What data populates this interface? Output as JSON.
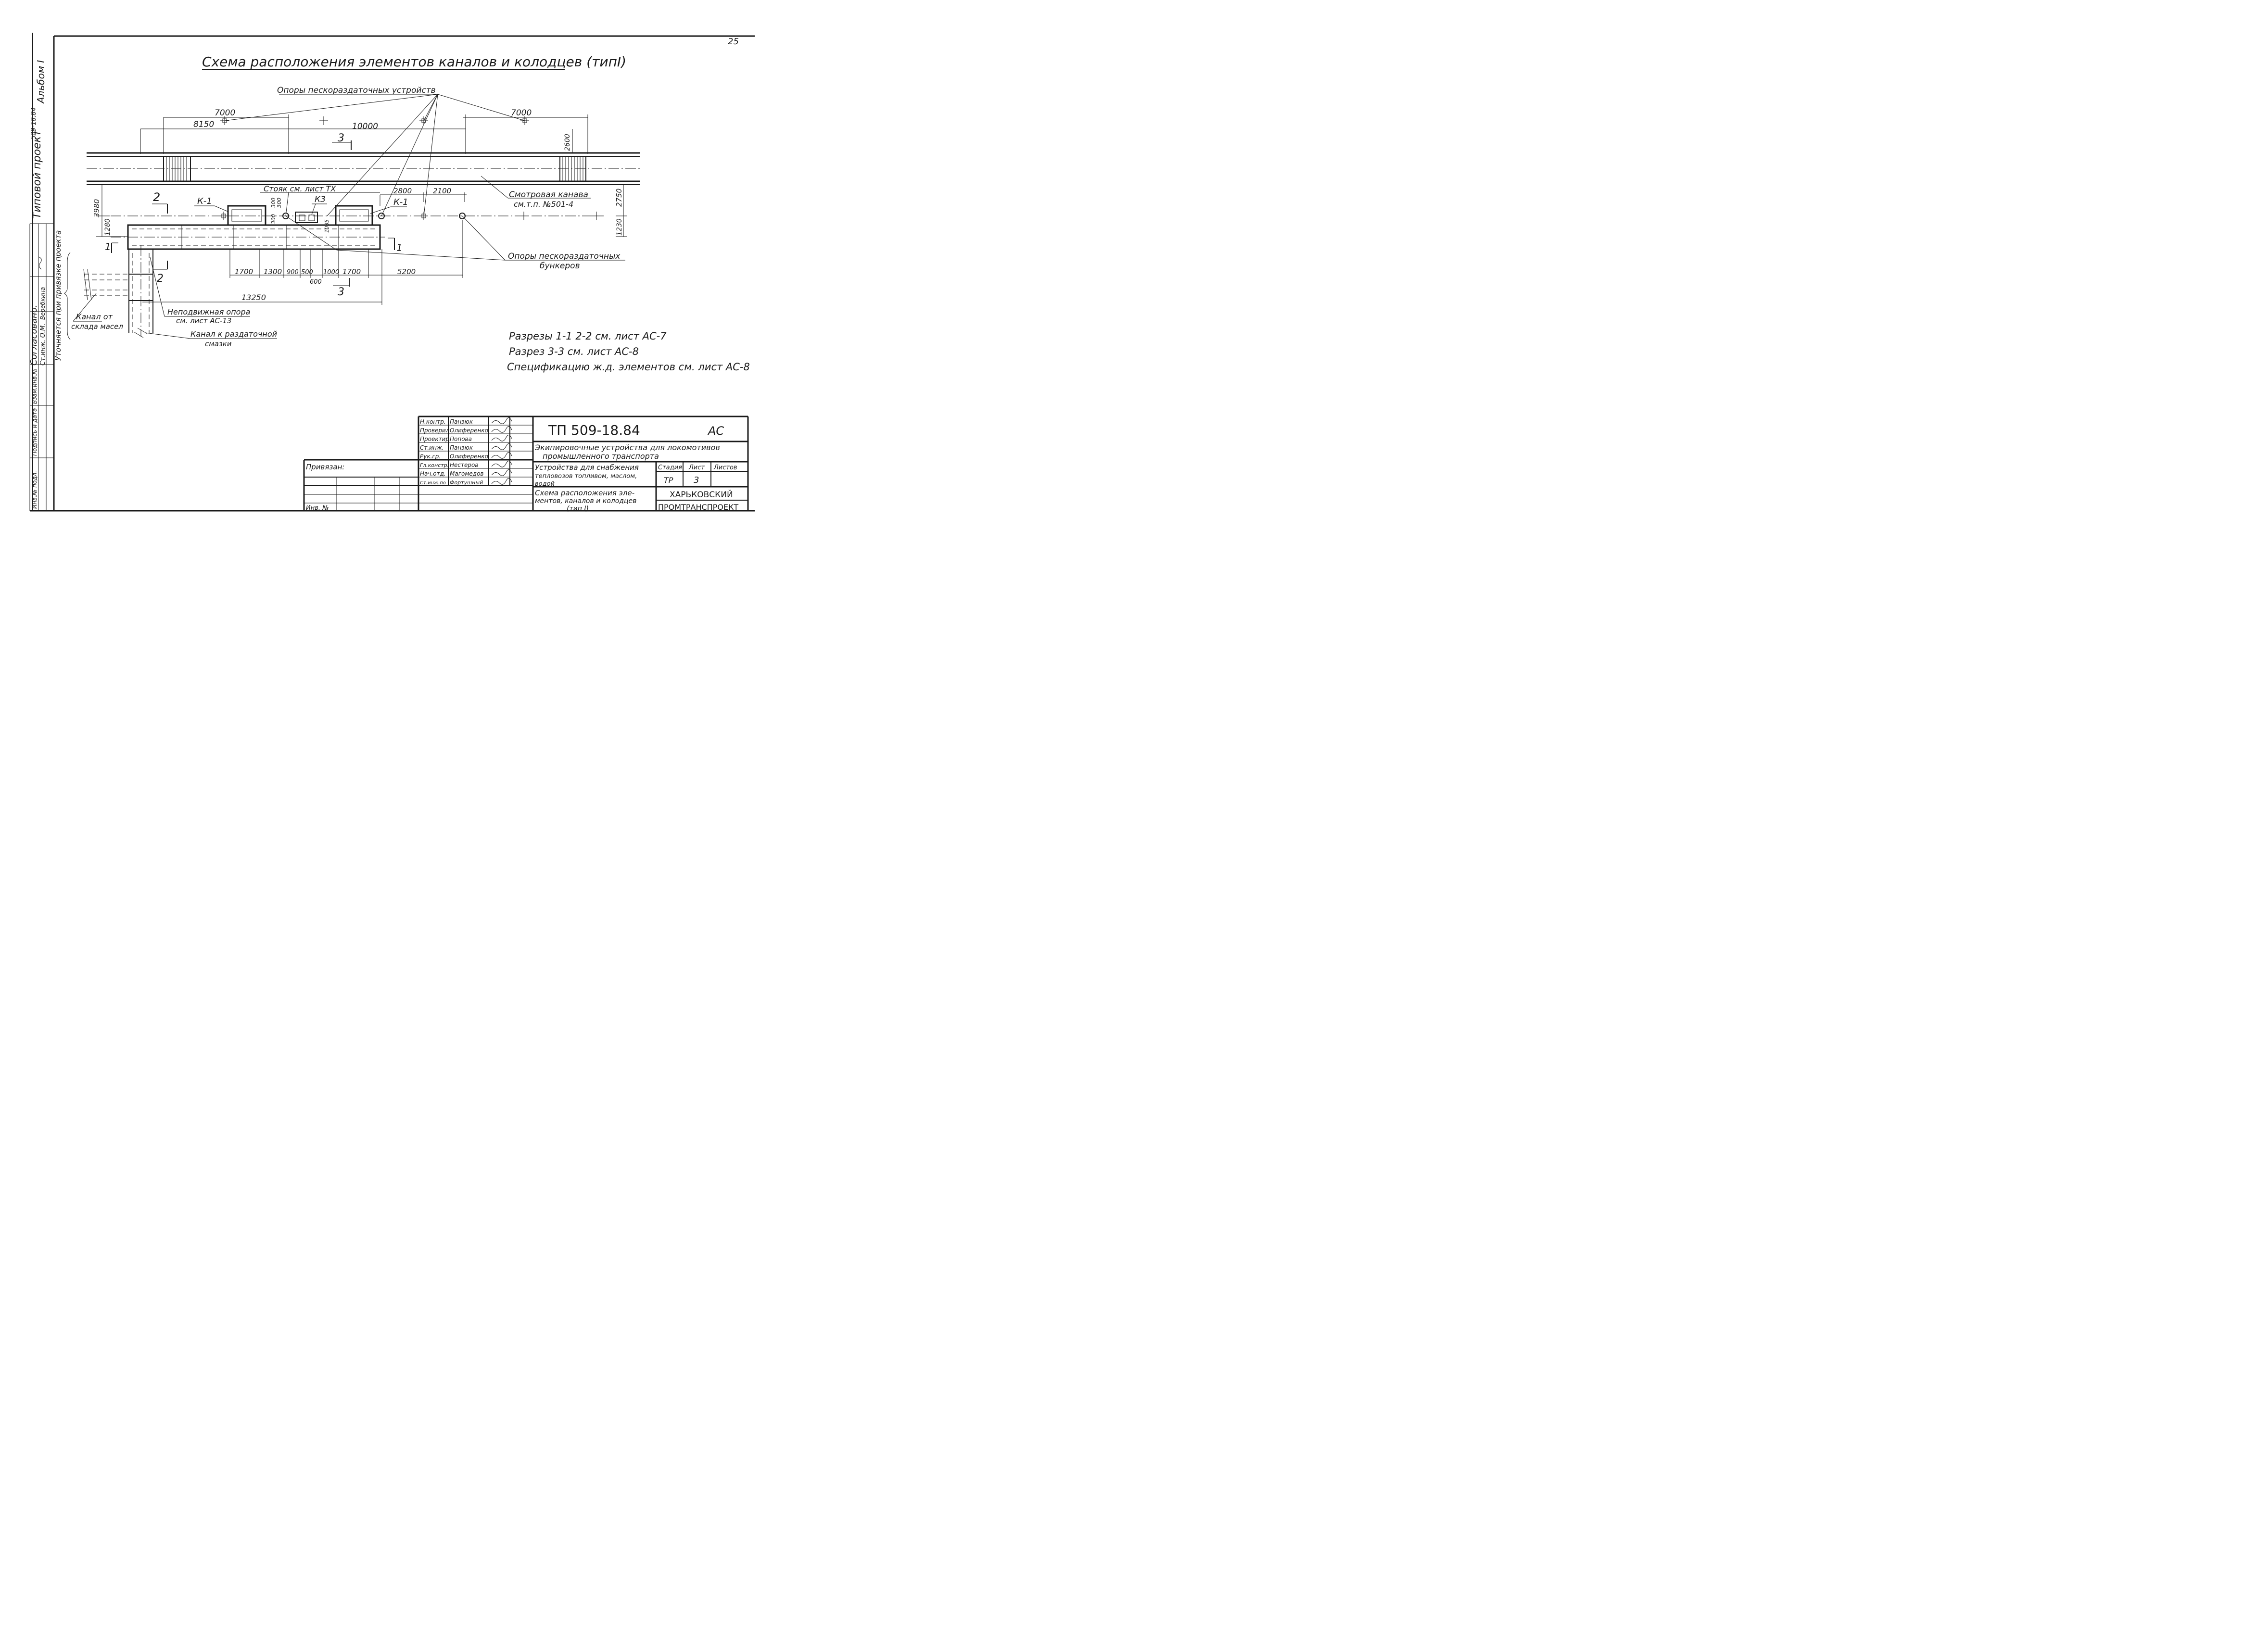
{
  "page_number": "25",
  "title": "Схема расположения элементов каналов и колодцев (типI)",
  "side_labels": {
    "project": "Типовой проект",
    "code": "509-18.84",
    "album": "Альбом I",
    "approved": "Согласовано:",
    "approver_role": "Ст.инж. О.М.",
    "approver_name": "Веребкина",
    "refine_note": "Уточняется при привязке проекта",
    "inv_orig": "Инв.№ подл.",
    "sign_date": "Подпись и дата",
    "replace_inv": "Взам.инв.№"
  },
  "annotations": {
    "supports_sand_devices": "Опоры пескораздаточных устройств",
    "standpipe": "Стояк см. лист ТХ",
    "inspection_ditch_1": "Смотровая канава",
    "inspection_ditch_2": "см.т.п. №501-4",
    "supports_sand_bunkers_1": "Опоры пескораздаточных",
    "supports_sand_bunkers_2": "бункеров",
    "fixed_support_1": "Неподвижная опора",
    "fixed_support_2": "см. лист АС-13",
    "channel_from_1": "Канал от",
    "channel_from_2": "склада масел",
    "channel_to_1": "Канал к раздаточной",
    "channel_to_2": "смазки",
    "k1_left": "К-1",
    "k3": "К3",
    "k1_right": "К-1",
    "sec_1": "1",
    "sec_2": "2",
    "sec_3": "3"
  },
  "dimensions": {
    "d7000_left": "7000",
    "d8150": "8150",
    "d10000": "10000",
    "d7000_right": "7000",
    "d2600": "2600",
    "d2800": "2800",
    "d2100": "2100",
    "d2750": "2750",
    "d1230": "1230",
    "d3980": "3980",
    "d1280": "1280",
    "d300a": "300",
    "d300b": "300",
    "d300c": "300",
    "d1085": "1085",
    "d1700a": "1700",
    "d1300": "1300",
    "d900": "900",
    "d500": "500",
    "d600": "600",
    "d1000": "1000",
    "d1700b": "1700",
    "d5200": "5200",
    "d13250": "13250"
  },
  "notes": [
    "Разрезы 1-1  2-2 см. лист АС-7",
    "Разрез  3-3 см. лист АС-8",
    "Спецификацию ж.д. элементов см. лист АС-8"
  ],
  "title_block": {
    "doc_code": "ТП  509-18.84",
    "mark": "АС",
    "bound": "Привязан:",
    "inv_no": "Инв. №",
    "project_title_1": "Экипировочные устройства для локомотивов",
    "project_title_2": "промышленного транспорта",
    "sheet_title_1": "Устройства для снабжения",
    "sheet_title_2": "тепловозов топливом, маслом,",
    "sheet_title_3": "водой",
    "drawing_title_1": "Схема расположения эле-",
    "drawing_title_2": "ментов, каналов и колодцев",
    "drawing_title_3": "(тип I)",
    "stage_label": "Стадия",
    "sheet_label": "Лист",
    "sheets_label": "Листов",
    "stage_value": "ТР",
    "sheet_value": "3",
    "org_1": "ХАРЬКОВСКИЙ",
    "org_2": "ПРОМТРАНСПРОЕКТ",
    "staff": [
      {
        "role": "Н.контр.",
        "name": "Панзюк"
      },
      {
        "role": "Проверил",
        "name": "Олиференко"
      },
      {
        "role": "Проектир.",
        "name": "Попова"
      },
      {
        "role": "Ст.инж.",
        "name": "Панзюк"
      },
      {
        "role": "Рук.гр.",
        "name": "Олиференко"
      },
      {
        "role": "Гл.констр.",
        "name": "Нестеров"
      },
      {
        "role": "Нач.отд.",
        "name": "Магомедов"
      },
      {
        "role": "Ст.инж.по",
        "name": "Фортушный"
      }
    ]
  }
}
